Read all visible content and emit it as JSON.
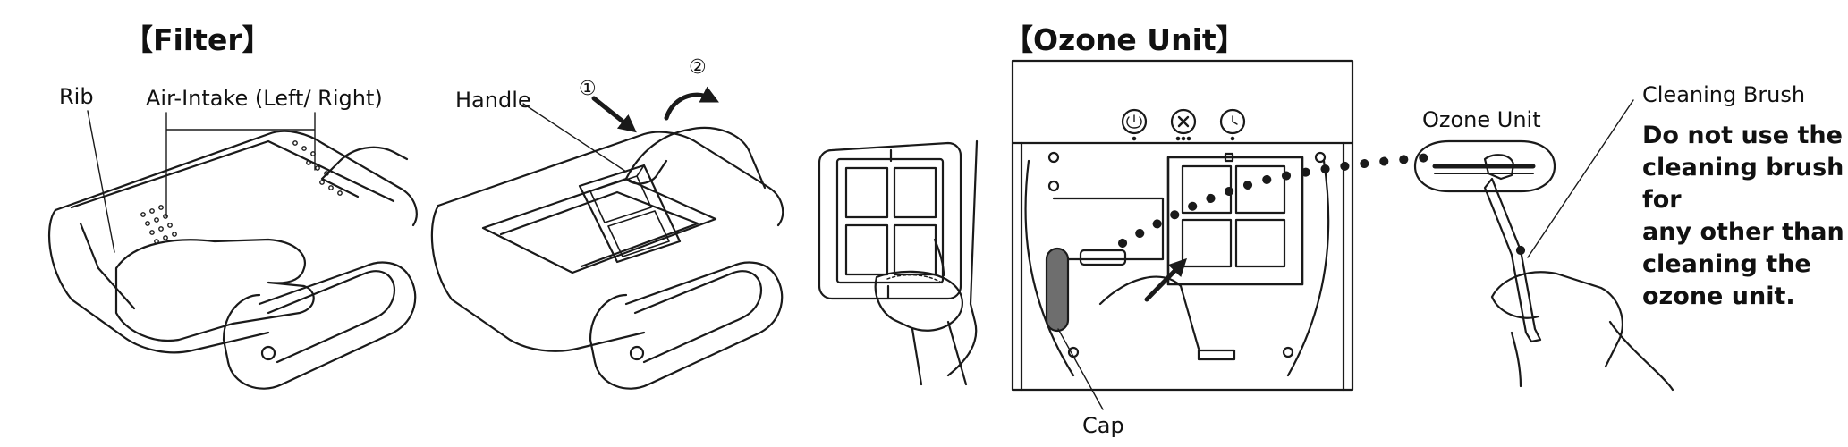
{
  "sections": {
    "filter": {
      "title": "【Filter】",
      "labels": {
        "rib": "Rib",
        "air_intake": "Air-Intake (Left/ Right)",
        "handle": "Handle"
      },
      "steps": [
        "①",
        "②"
      ]
    },
    "ozone": {
      "title": "【Ozone Unit】",
      "labels": {
        "ozone_unit": "Ozone Unit",
        "cleaning_brush": "Cleaning Brush",
        "cap": "Cap"
      },
      "warning": "Do not use the\ncleaning brush for\nany other than\ncleaning the\nozone unit."
    }
  },
  "colors": {
    "line": "#1a1a1a",
    "cap": "#6e6e6e",
    "background": "#ffffff"
  },
  "icons": [
    "power-icon",
    "fan-icon",
    "timer-icon",
    "arrow-icon",
    "curved-arrow-icon",
    "hand-icon",
    "cleaning-brush-icon"
  ]
}
